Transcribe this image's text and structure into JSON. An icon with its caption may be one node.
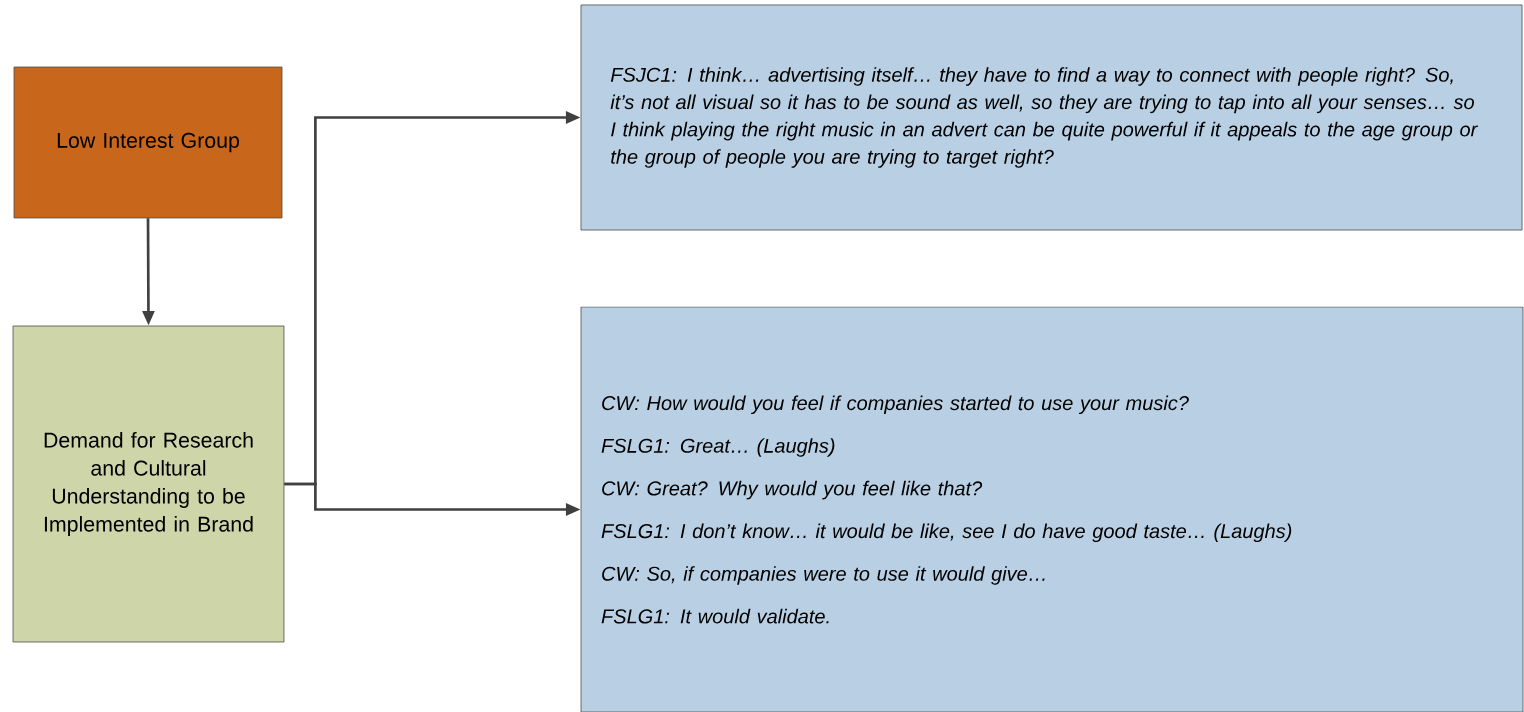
{
  "diagram": {
    "nodes": [
      {
        "text": [
          "Low Interest Group"
        ]
      },
      {
        "text": [
          "Demand for Research and Cultural Understanding to be Implemented in Brand"
        ]
      },
      {
        "text": [
          "FSJC1: I think… advertising itself… they have to find a way to connect with people right? So, it’s not all visual so it has to be sound as well, so they are trying to tap into all your senses… so I think playing the right music in an advert can be quite powerful if it appeals to the age group or the group of people you are trying to target right?"
        ]
      },
      {
        "text": [
          "CW: How would you feel if companies started to use your music?",
          "FSLG1: Great… (Laughs)",
          "CW: Great? Why would you feel like that?",
          "FSLG1: I don’t know… it would be like, see I do have good taste… (Laughs)",
          "CW: So, if companies were to use it would give…",
          "FSLG1: It would validate."
        ]
      }
    ],
    "edges": [
      {
        "from": 0,
        "to": 1,
        "arrow": "to"
      },
      {
        "from": 1,
        "to": 2,
        "arrow": "to"
      },
      {
        "from": 1,
        "to": 3,
        "arrow": "to"
      }
    ]
  }
}
